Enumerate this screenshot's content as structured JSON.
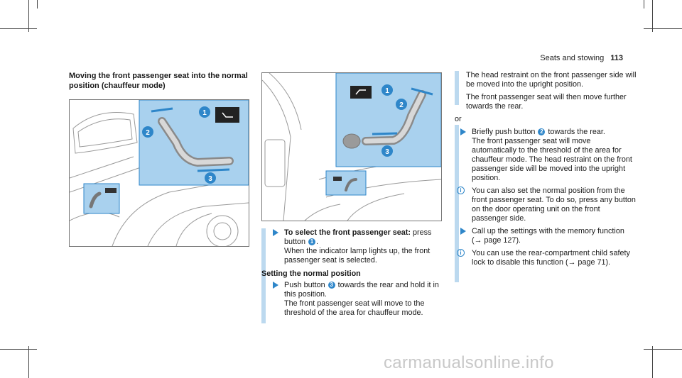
{
  "header": {
    "section": "Seats and stowing",
    "page_number": "113"
  },
  "left_column": {
    "title": "Moving the front passenger seat into the normal position (chauffeur mode)"
  },
  "figure_left": {
    "callouts": [
      "1",
      "2",
      "3"
    ]
  },
  "figure_middle": {
    "callouts": [
      "1",
      "2",
      "3"
    ]
  },
  "middle_text": {
    "step1": {
      "lead": "To select the front passenger seat:",
      "a": " press button ",
      "b": ".",
      "num": "1",
      "line2": "When the indicator lamp lights up, the front passenger seat is selected."
    },
    "subheading": "Setting the normal position",
    "step2": {
      "a": "Push button ",
      "num": "3",
      "b": " towards the rear and hold it in this position.",
      "line2": "The front passenger seat will move to the threshold of the area for chauffeur mode."
    }
  },
  "right_column": {
    "p1": "The head restraint on the front passenger side will be moved into the upright position.",
    "p2": "The front passenger seat will then move further towards the rear.",
    "or": "or",
    "step3": {
      "a": "Briefly push button ",
      "num": "2",
      "b": " towards the rear.",
      "line2": "The front passenger seat will move automatically to the threshold of the area for chauffeur mode. The head restraint on the front passenger side will be moved into the upright position."
    },
    "info1": "You can also set the normal position from the front passenger seat. To do so, press any button on the door operating unit on the front passenger side.",
    "step4": {
      "a": "Call up the settings with the memory function (",
      "arrow": "→",
      "b": " page 127)."
    },
    "info2": {
      "a": "You can use the rear-compartment child safety lock to disable this function (",
      "arrow": "→",
      "b": " page 71)."
    },
    "info_icon": "i"
  },
  "watermark": "carmanualsonline.info",
  "colors": {
    "accent": "#2e86c9",
    "panel": "#a9d1ee",
    "bar": "#bcd9ef"
  }
}
